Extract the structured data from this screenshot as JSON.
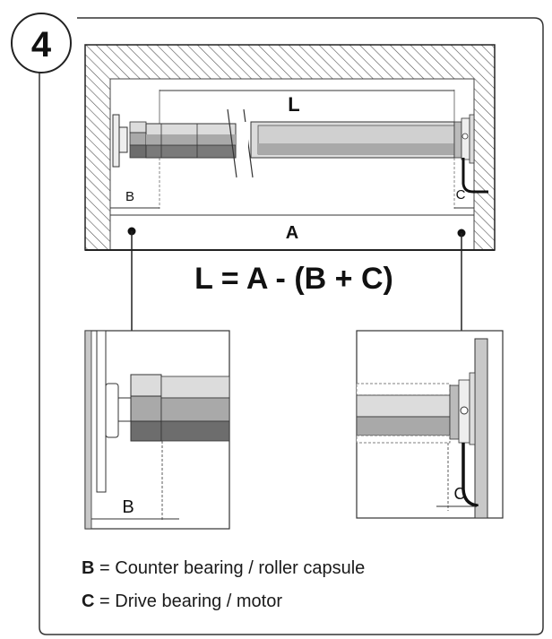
{
  "step_number": "4",
  "formula": "L = A - (B + C)",
  "dimension_labels": {
    "L": "L",
    "A": "A",
    "B": "B",
    "C": "C",
    "detail_left_B": "B",
    "detail_right_C": "C"
  },
  "legend": [
    {
      "key": "B",
      "text": "= Counter bearing / roller capsule"
    },
    {
      "key": "C",
      "text": "= Drive bearing / motor"
    }
  ],
  "colors": {
    "hatch_stroke": "#444444",
    "tube_light": "#dcdcdc",
    "tube_mid": "#a9a9a9",
    "tube_dark": "#6d6d6d",
    "cable": "#111111",
    "frame_stroke": "#333333",
    "detail_wall": "#c8c8c8"
  }
}
